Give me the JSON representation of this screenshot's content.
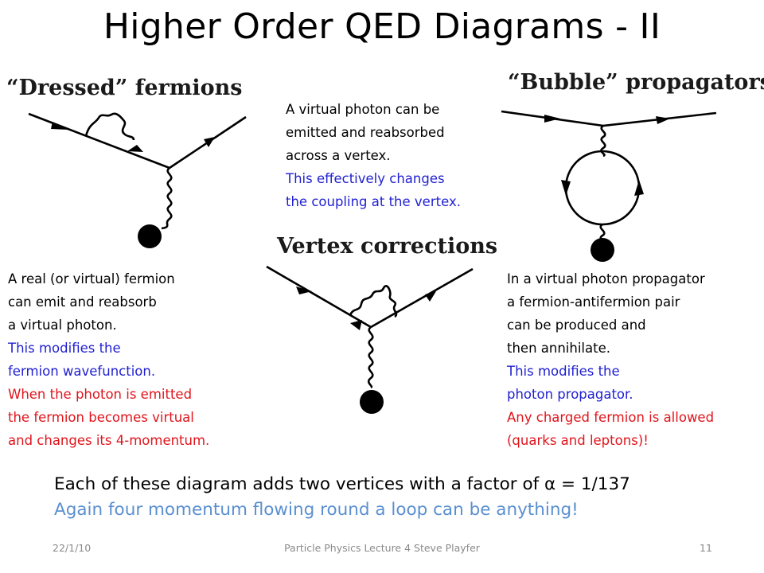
{
  "slide": {
    "title": "Higher Order QED Diagrams - II"
  },
  "diagrams": {
    "dressed": {
      "label": "“Dressed”  fermions"
    },
    "vertex": {
      "label": "Vertex corrections"
    },
    "bubble": {
      "label": "“Bubble”  propagators"
    }
  },
  "text": {
    "vertex_note": {
      "lines": [
        {
          "text": "A virtual photon can be",
          "color": "black"
        },
        {
          "text": "emitted and reabsorbed",
          "color": "black"
        },
        {
          "text": "across a vertex.",
          "color": "black"
        },
        {
          "text": "This effectively changes",
          "color": "blue"
        },
        {
          "text": "the coupling at the vertex.",
          "color": "blue"
        }
      ]
    },
    "dressed_note": {
      "lines": [
        {
          "text": "A real (or virtual) fermion",
          "color": "black"
        },
        {
          "text": "can emit and reabsorb",
          "color": "black"
        },
        {
          "text": "a virtual photon.",
          "color": "black"
        },
        {
          "text": "This modifies the",
          "color": "blue"
        },
        {
          "text": "fermion wavefunction.",
          "color": "blue"
        },
        {
          "text": "When the photon is emitted",
          "color": "red"
        },
        {
          "text": "the fermion becomes virtual",
          "color": "red"
        },
        {
          "text": "and changes its 4-momentum.",
          "color": "red"
        }
      ]
    },
    "bubble_note": {
      "lines": [
        {
          "text": "In  a virtual photon propagator",
          "color": "black"
        },
        {
          "text": "a fermion-antifermion pair",
          "color": "black"
        },
        {
          "text": "can be produced and",
          "color": "black"
        },
        {
          "text": "then annihilate.",
          "color": "black"
        },
        {
          "text": "This modifies the",
          "color": "blue"
        },
        {
          "text": "photon propagator.",
          "color": "blue"
        },
        {
          "text": "Any charged fermion is allowed",
          "color": "red"
        },
        {
          "text": "(quarks and leptons)!",
          "color": "red"
        }
      ]
    },
    "summary_line1": "Each of these diagram adds two vertices with a factor of α = 1/137",
    "summary_line2": "Again four momentum  flowing round a loop can be anything!"
  },
  "footer": {
    "date": "22/1/10",
    "course": "Particle Physics    Lecture 4   Steve Playfer",
    "page": "11"
  },
  "colors": {
    "blue": "#1f1fd1",
    "red": "#e0141b",
    "light_blue": "#5a8fd0",
    "footer_grey": "#8a8a8a"
  }
}
